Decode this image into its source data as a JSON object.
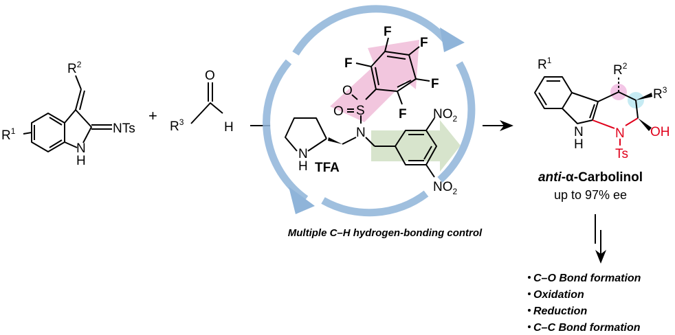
{
  "reactant1": {
    "r1": "R",
    "r1_sup": "1",
    "r2": "R",
    "r2_sup": "2",
    "imine": "NTs",
    "nh_n": "N",
    "nh_h": "H"
  },
  "plus": "+",
  "reactant2": {
    "r3": "R",
    "r3_sup": "3",
    "oxygen": "O",
    "hydrogen": "H"
  },
  "catalyst": {
    "fluorines": [
      "F",
      "F",
      "F",
      "F",
      "F"
    ],
    "sulfur": "S",
    "oxygens": [
      "O",
      "O"
    ],
    "nitrogen": "N",
    "pyrrolidine_n": "N",
    "pyrrolidine_h": "H",
    "acid": "TFA",
    "nitro": "NO",
    "nitro_sub": "2"
  },
  "caption": "Multiple C–H hydrogen-bonding control",
  "product": {
    "r1": "R",
    "r1_sup": "1",
    "r2": "R",
    "r2_sup": "2",
    "r3": "R",
    "r3_sup": "3",
    "nh_n": "N",
    "nh_h": "H",
    "n": "N",
    "ts": "Ts",
    "oh": "OH",
    "name_prefix": "anti",
    "name_dash": "-α-",
    "name_main": "Carbolinol",
    "ee": "up to 97% ee"
  },
  "transformations": [
    "C–O Bond formation",
    "Oxidation",
    "Reduction",
    "C–C Bond formation"
  ],
  "colors": {
    "cycle": "#8fb4d9",
    "pink": "#f2c6de",
    "green": "#d7e4cc",
    "red": "#e0001b",
    "pink_circle": "#f0b8e0",
    "cyan_circle": "#b8e6f0"
  }
}
